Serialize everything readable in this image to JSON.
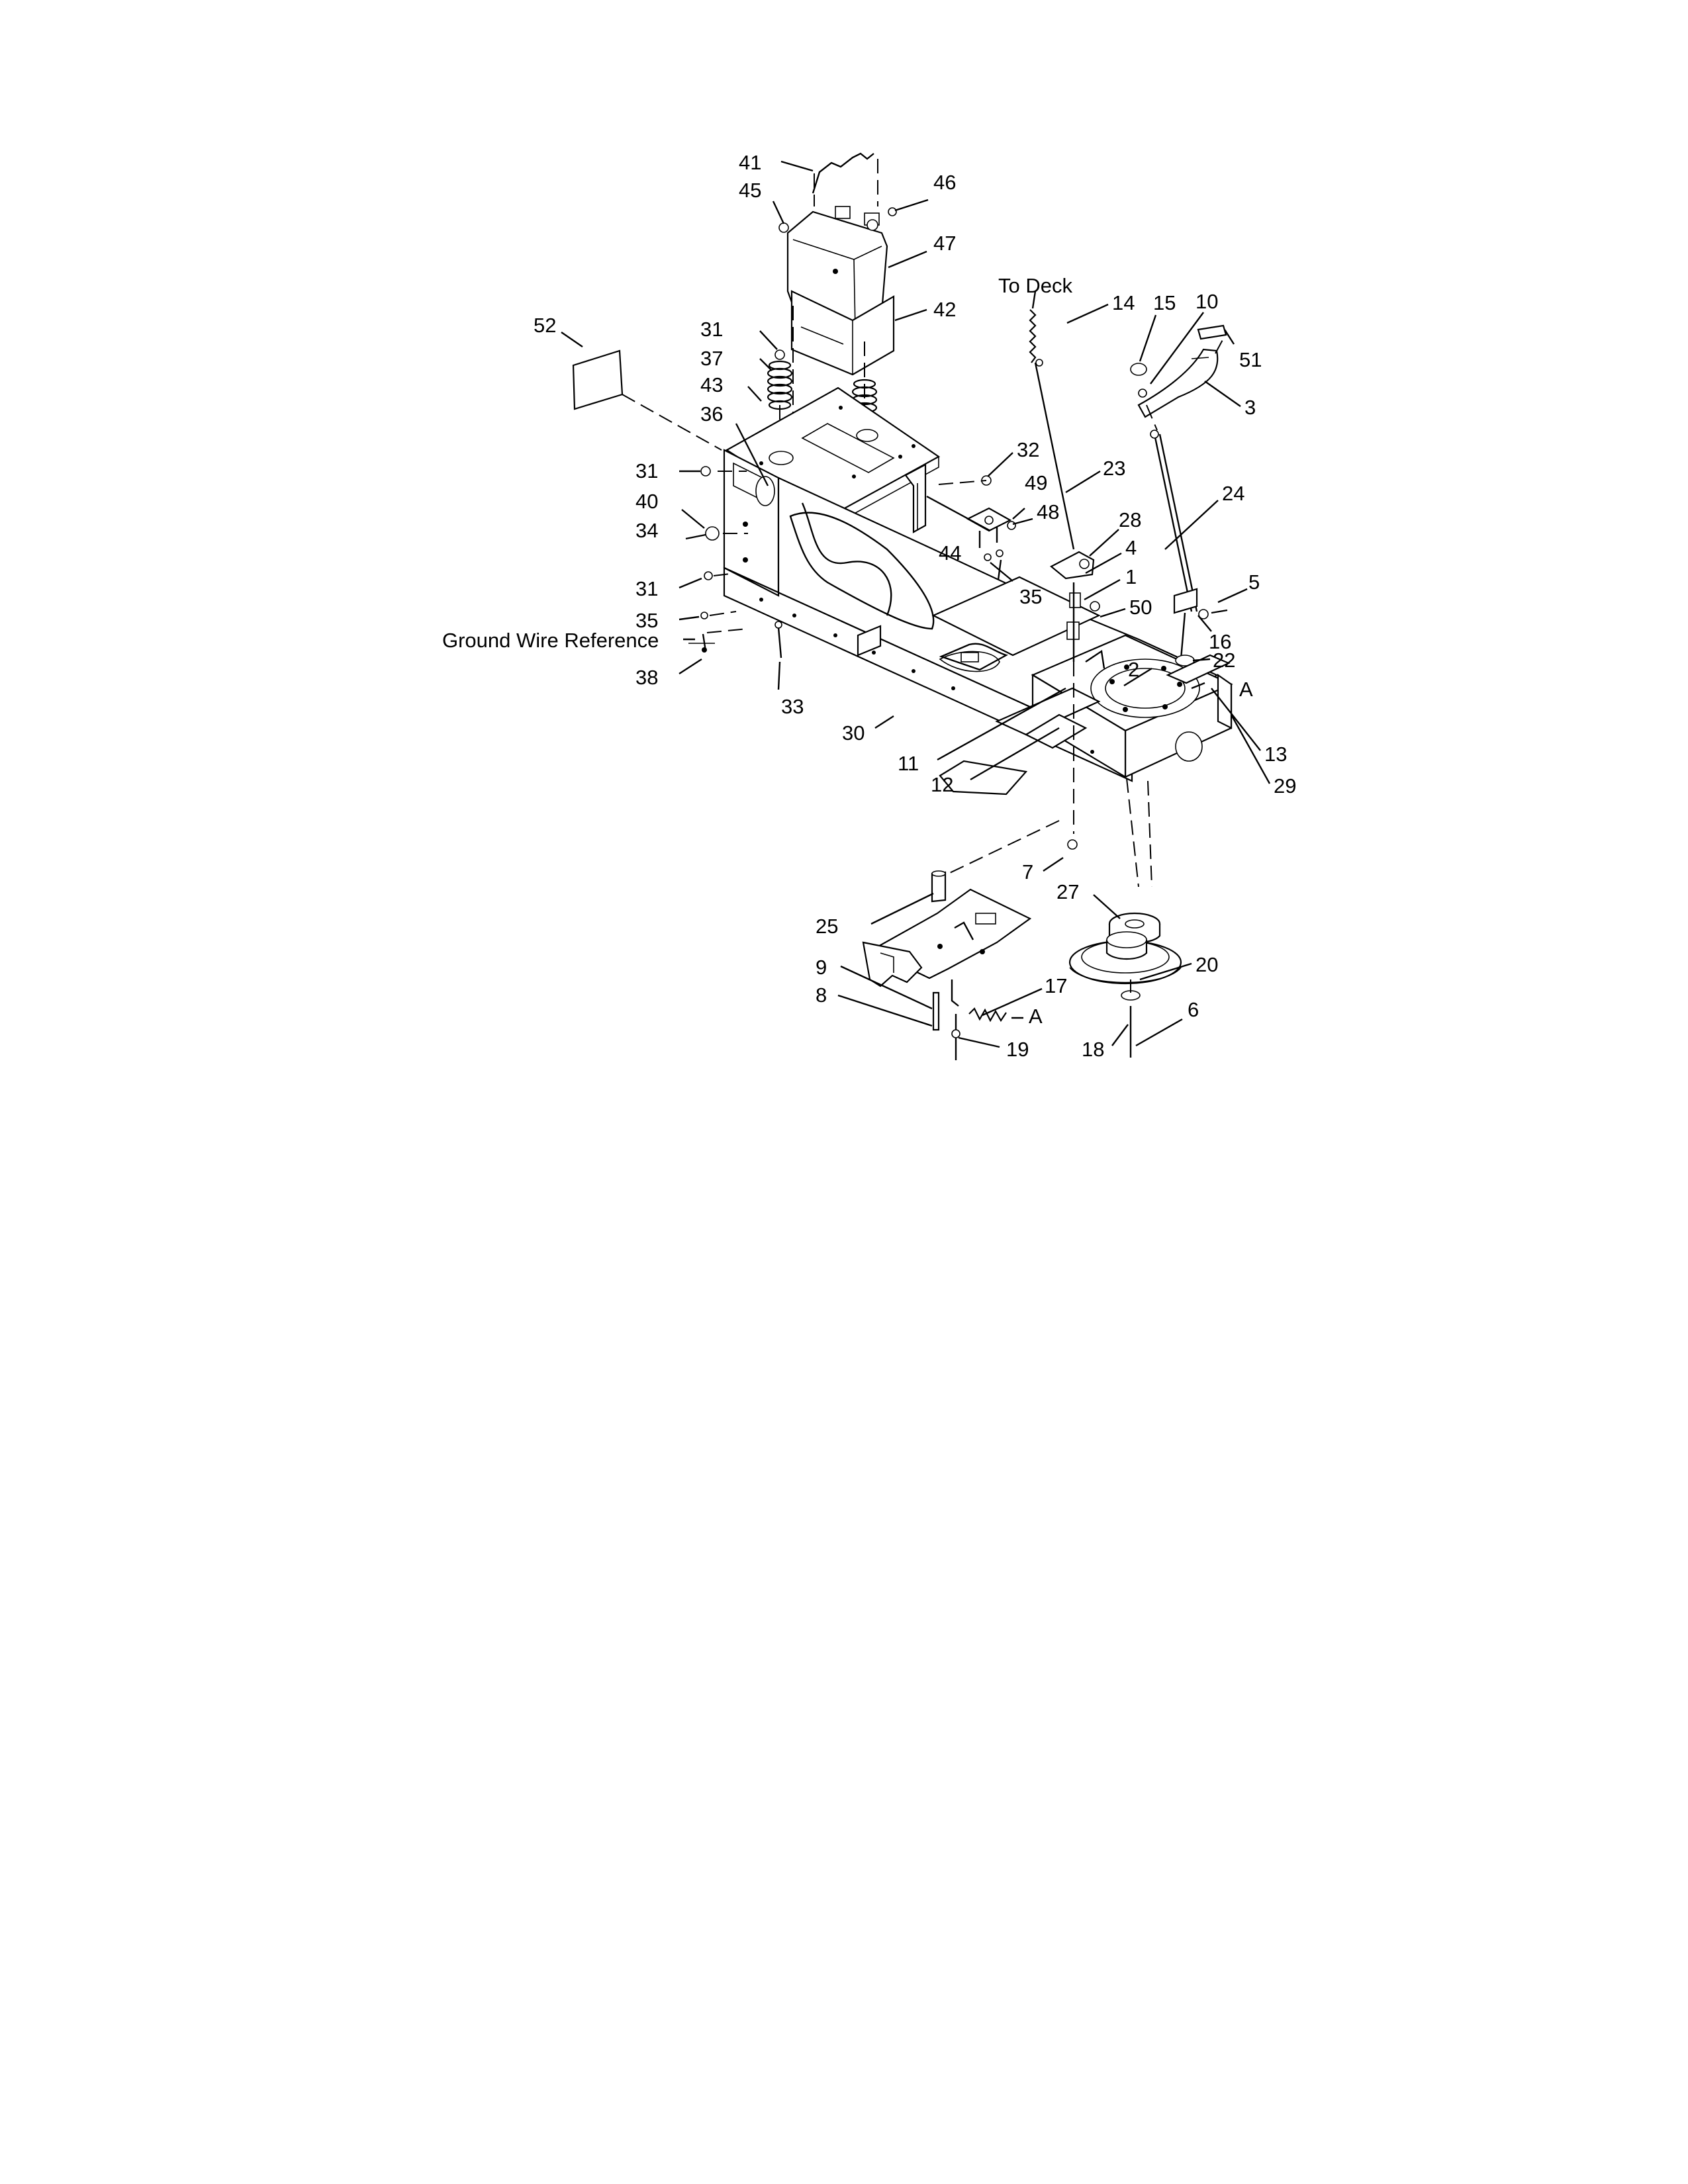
{
  "diagram": {
    "callouts": [
      "41",
      "45",
      "46",
      "47",
      "42",
      "52",
      "31",
      "37",
      "43",
      "36",
      "31",
      "40",
      "34",
      "31",
      "35",
      "38",
      "33",
      "30",
      "32",
      "49",
      "48",
      "44",
      "35",
      "23",
      "28",
      "4",
      "1",
      "50",
      "11",
      "12",
      "7",
      "25",
      "9",
      "8",
      "17",
      "19",
      "27",
      "20",
      "18",
      "6",
      "14",
      "15",
      "10",
      "51",
      "3",
      "24",
      "5",
      "16",
      "22",
      "2",
      "13",
      "29"
    ],
    "text_labels": {
      "to_deck": "To Deck",
      "ground_wire": "Ground Wire Reference",
      "ref_a_upper": "A",
      "ref_a_lower": "A"
    }
  }
}
